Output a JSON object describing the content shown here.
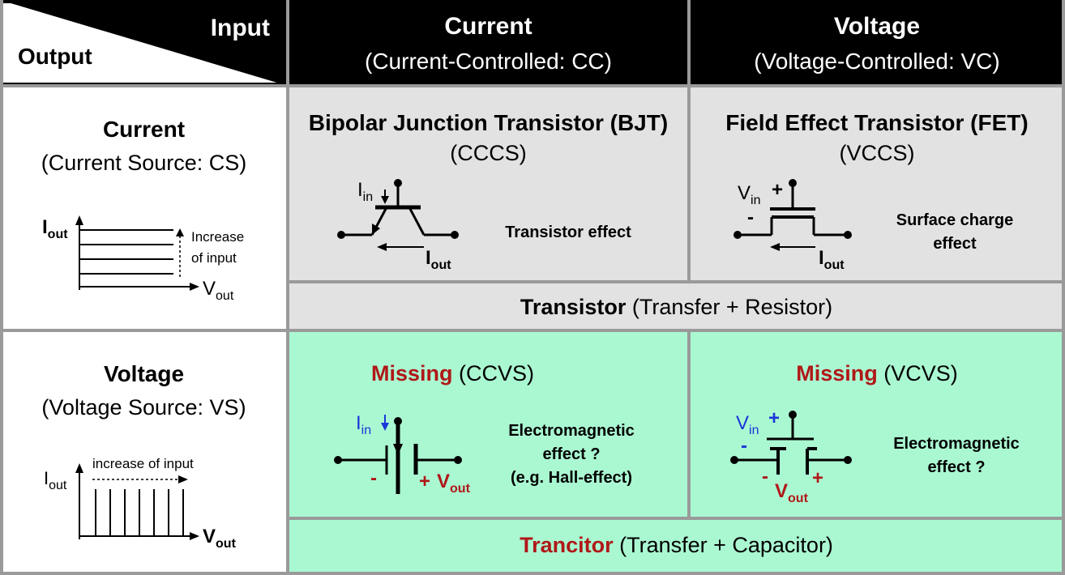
{
  "corner": {
    "input_label": "Input",
    "output_label": "Output"
  },
  "columns": [
    {
      "title": "Current",
      "subtitle": "(Current-Controlled: CC)"
    },
    {
      "title": "Voltage",
      "subtitle": "(Voltage-Controlled: VC)"
    }
  ],
  "rows": [
    {
      "title": "Current",
      "subtitle": "(Current Source: CS)",
      "plot": {
        "ylabel_main": "I",
        "ylabel_sub": "out",
        "xlabel_main": "V",
        "xlabel_sub": "out",
        "note_line1": "Increase",
        "note_line2": "of input"
      }
    },
    {
      "title": "Voltage",
      "subtitle": "(Voltage Source: VS)",
      "plot": {
        "ylabel_main": "I",
        "ylabel_sub": "out",
        "xlabel_main": "V",
        "xlabel_sub": "out",
        "note_line1": "increase of input"
      }
    }
  ],
  "cells": {
    "bjt": {
      "title": "Bipolar Junction Transistor (BJT)",
      "subtitle": "(CCCS)",
      "effect": "Transistor effect",
      "in_main": "I",
      "in_sub": "in",
      "out_main": "I",
      "out_sub": "out"
    },
    "fet": {
      "title": "Field Effect Transistor (FET)",
      "subtitle": "(VCCS)",
      "effect_line1": "Surface charge",
      "effect_line2": "effect",
      "in_main": "V",
      "in_sub": "in",
      "plus": "+",
      "minus": "-",
      "out_main": "I",
      "out_sub": "out"
    },
    "ccvs": {
      "missing": "Missing",
      "subtitle": "(CCVS)",
      "effect_line1": "Electromagnetic",
      "effect_line2": "effect ?",
      "effect_line3": "(e.g. Hall-effect)",
      "in_main": "I",
      "in_sub": "in",
      "minus": "-",
      "plus": "+",
      "out_main": "V",
      "out_sub": "out"
    },
    "vcvs": {
      "missing": "Missing",
      "subtitle": "(VCVS)",
      "effect_line1": "Electromagnetic",
      "effect_line2": "effect ?",
      "in_main": "V",
      "in_sub": "in",
      "plus": "+",
      "minus": "-",
      "out_main": "V",
      "out_sub": "out"
    }
  },
  "summary": {
    "transistor_bold": "Transistor",
    "transistor_rest": " (Transfer + Resistor)",
    "trancitor_bold": "Trancitor",
    "trancitor_rest": " (Transfer + Capacitor)"
  },
  "colors": {
    "header_bg": "#000000",
    "gray_cell": "#e2e2e2",
    "green_cell": "#aaf8d2",
    "missing_red": "#b01818",
    "input_blue": "#1a36d8"
  }
}
